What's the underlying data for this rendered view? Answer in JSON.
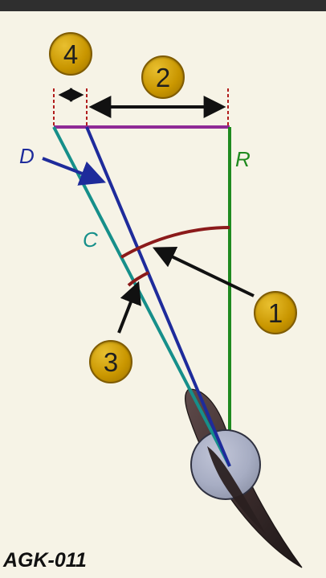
{
  "labels": {
    "d": "D",
    "c": "C",
    "r": "R"
  },
  "callouts": {
    "one": "1",
    "two": "2",
    "three": "3",
    "four": "4"
  },
  "footer": {
    "code": "AGK-011"
  },
  "colors": {
    "background": "#f6f3e6",
    "purple": "#8f2b96",
    "green": "#1f8a1f",
    "blue": "#1e2b9b",
    "teal": "#168f8a",
    "brown": "#8b1a1a",
    "callout_gold": "#c99600"
  }
}
